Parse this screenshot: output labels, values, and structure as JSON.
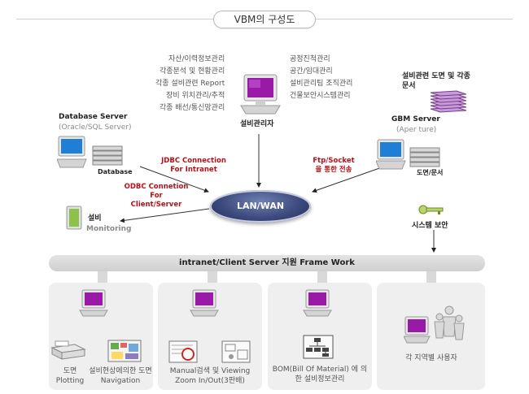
{
  "title": "VBM의 구성도",
  "admin": {
    "left_items": [
      "자산/이력정보관리",
      "각종분석 및 현황관리",
      "각종 설비관련 Report",
      "장비 위치관리/추적",
      "각종 배선/통신망관리"
    ],
    "right_items": [
      "공정진척관리",
      "공간/임대관리",
      "설비관리팀 조직관리",
      "건물보안시스템관리"
    ],
    "label": "설비관리자"
  },
  "database_server": {
    "name": "Database Server",
    "sub": "(Oracle/SQL Server)",
    "storage_label": "Database"
  },
  "gbm_server": {
    "docs_label": "설비관련 도면 및 각종문서",
    "name": "GBM Server",
    "sub": "(Aper ture)",
    "storage_label": "도면/문서"
  },
  "connections": {
    "jdbc": "JDBC Connection For Intranet",
    "odbc": "ODBC Connetion For Client/Server",
    "ftp": "Ftp/Socket을 통한 전송"
  },
  "lan": "LAN/WAN",
  "monitoring": {
    "label": "설비",
    "sub": "Monitoring"
  },
  "security": "시스템 보안",
  "framework": "intranet/Client Server 지원 Frame Work",
  "panels": {
    "p1": {
      "left_caption": "도면 Plotting",
      "right_caption": "설비현상에의한 도면 Navigation"
    },
    "p2": {
      "caption": "Manual검색 및 Viewing Zoom In/Out(3판배)"
    },
    "p3": {
      "caption": "BOM(Bill Of Material) 에 의한 설비정보관리"
    },
    "p4": {
      "caption": "각 지역별 사용자"
    }
  }
}
